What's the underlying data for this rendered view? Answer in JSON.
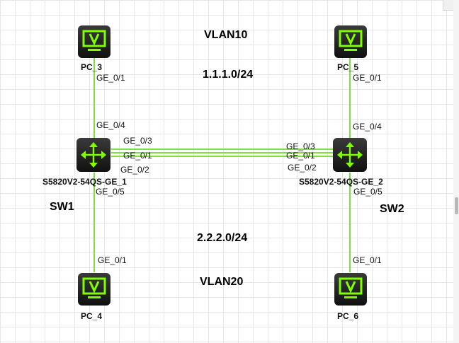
{
  "devices": {
    "pc3": {
      "name": "PC_3"
    },
    "pc4": {
      "name": "PC_4"
    },
    "pc5": {
      "name": "PC_5"
    },
    "pc6": {
      "name": "PC_6"
    },
    "sw1": {
      "model": "S5820V2-54QS-GE_1",
      "label": "SW1"
    },
    "sw2": {
      "model": "S5820V2-54QS-GE_2",
      "label": "SW2"
    }
  },
  "ports": {
    "pc3_port": "GE_0/1",
    "sw1_up": "GE_0/4",
    "sw1_trunk_1": "GE_0/3",
    "sw1_trunk_2": "GE_0/1",
    "sw1_trunk_3": "GE_0/2",
    "sw1_down": "GE_0/5",
    "pc4_port": "GE_0/1",
    "pc5_port": "GE_0/1",
    "sw2_up": "GE_0/4",
    "sw2_trunk_1": "GE_0/3",
    "sw2_trunk_2": "GE_0/1",
    "sw2_trunk_3": "GE_0/2",
    "sw2_down": "GE_0/5",
    "pc6_port": "GE_0/1"
  },
  "annotations": {
    "vlan10": "VLAN10",
    "net1": "1.1.1.0/24",
    "net2": "2.2.2.0/24",
    "vlan20": "VLAN20"
  },
  "colors": {
    "link": "#7fdf3f",
    "device_body": "#222222",
    "device_accent": "#7fff00"
  },
  "icons": {
    "pc": "monitor-icon",
    "switch": "switch-arrows-icon"
  }
}
